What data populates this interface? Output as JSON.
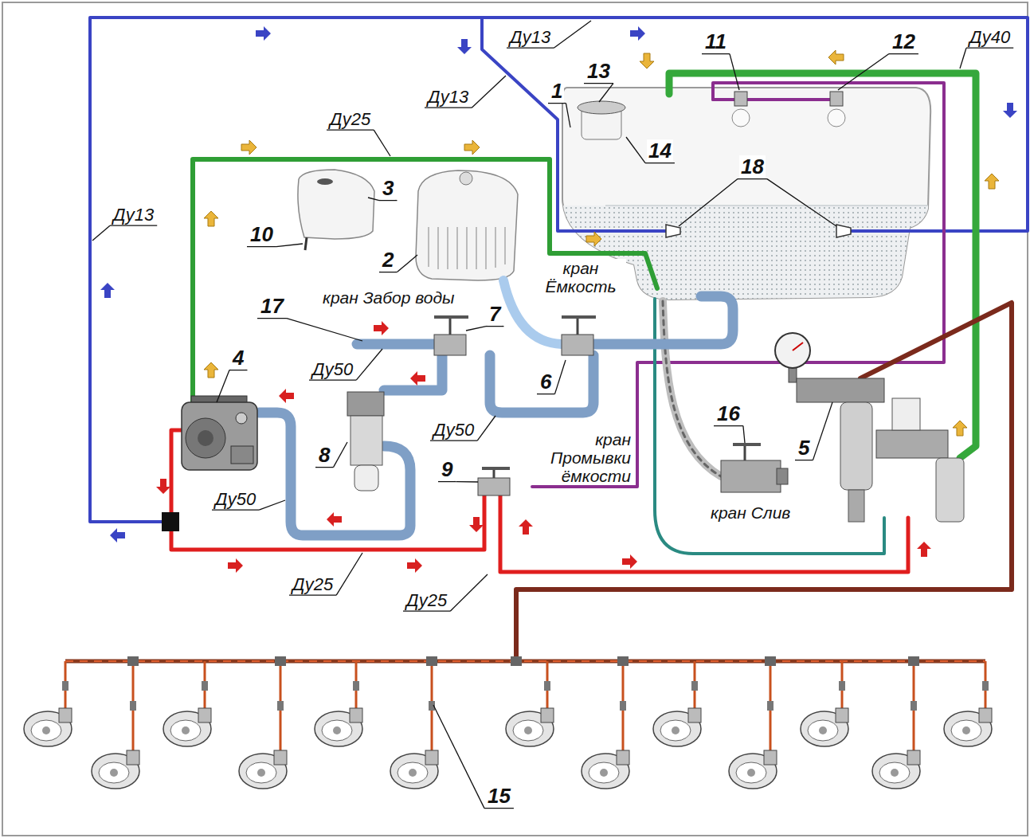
{
  "diagram": {
    "labels": [
      "Ду13",
      "11",
      "12",
      "Ду40",
      "13",
      "1",
      "Ду13",
      "14",
      "Ду25",
      "18",
      "3",
      "Ду13",
      "10",
      "2",
      "кран Ёмкость",
      "кран Забор воды",
      "17",
      "7",
      "6",
      "Ду50",
      "4",
      "Ду50",
      "кран Промывки ёмкости",
      "8",
      "16",
      "5",
      "9",
      "Ду50",
      "кран Слив",
      "Ду25",
      "Ду25",
      "15"
    ]
  }
}
